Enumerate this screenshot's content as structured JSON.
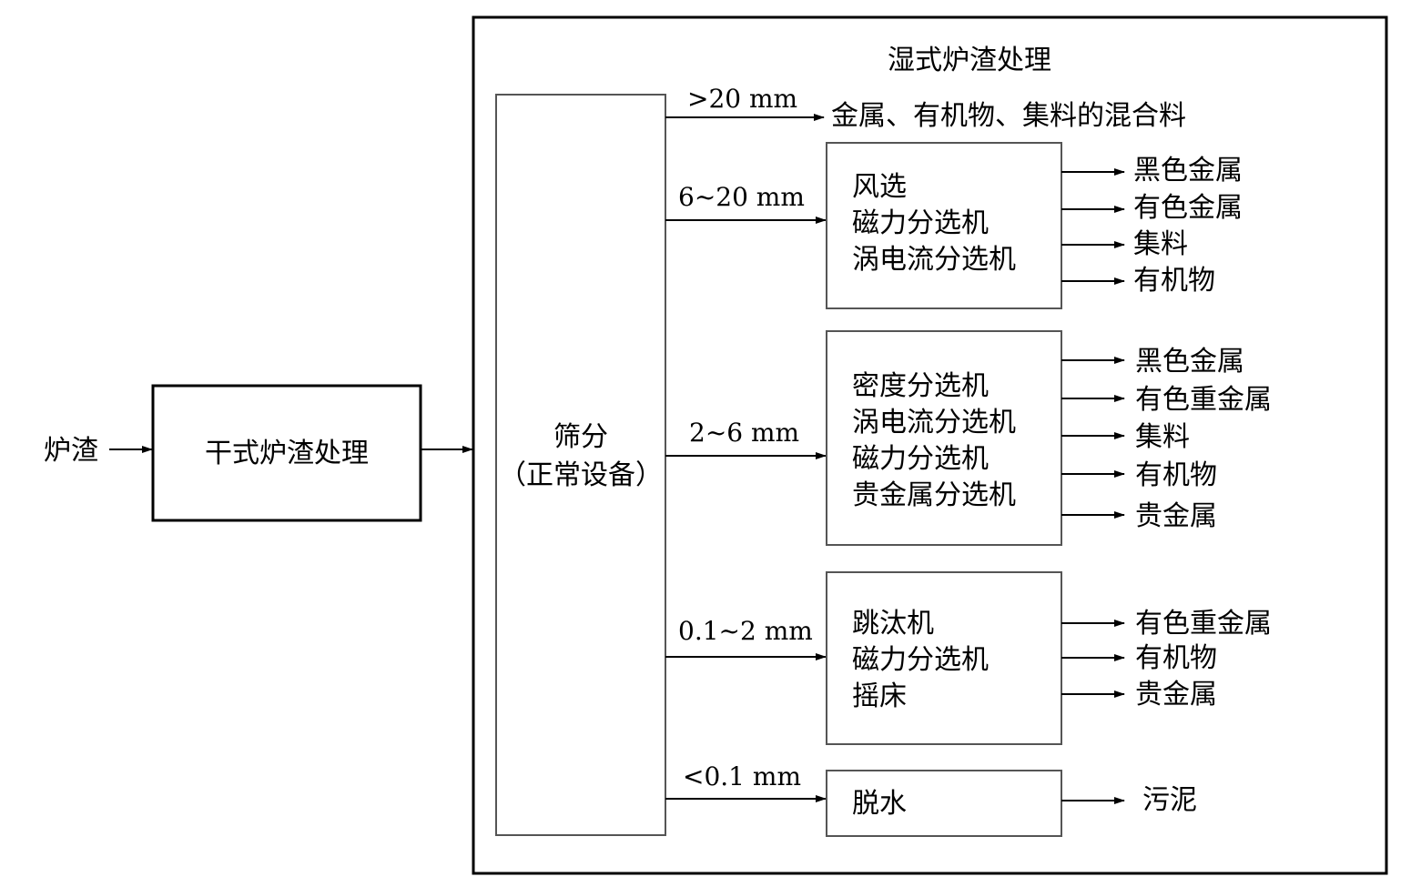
{
  "input_label": "炉渣",
  "dry_box_label": "干式炉渣处理",
  "wet_title": "湿式炉渣处理",
  "screen": {
    "line1": "筛分",
    "line2": "（正常设备）"
  },
  "branches": [
    {
      "size": ">20 mm",
      "output": "金属、有机物、集料的混合料"
    },
    {
      "size": "6~20 mm",
      "equipment": [
        "风选",
        "磁力分选机",
        "涡电流分选机"
      ],
      "outputs": [
        "黑色金属",
        "有色金属",
        "集料",
        "有机物"
      ]
    },
    {
      "size": "2~6 mm",
      "equipment": [
        "密度分选机",
        "涡电流分选机",
        "磁力分选机",
        "贵金属分选机"
      ],
      "outputs": [
        "黑色金属",
        "有色重金属",
        "集料",
        "有机物",
        "贵金属"
      ]
    },
    {
      "size": "0.1~2 mm",
      "equipment": [
        "跳汰机",
        "磁力分选机",
        "摇床"
      ],
      "outputs": [
        "有色重金属",
        "有机物",
        "贵金属"
      ]
    },
    {
      "size": "<0.1 mm",
      "equipment": [
        "脱水"
      ],
      "outputs": [
        "污泥"
      ]
    }
  ]
}
